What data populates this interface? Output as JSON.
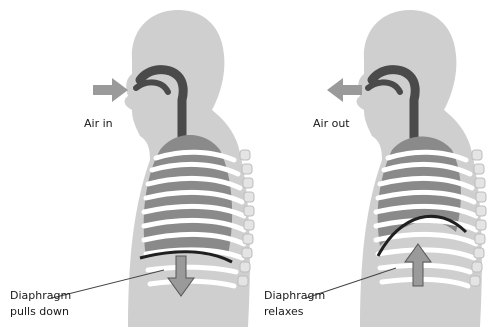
{
  "panels": [
    {
      "airflow_label": "Air in",
      "diaphragm_label_line1": "Diaphragm",
      "diaphragm_label_line2": "pulls down"
    },
    {
      "airflow_label": "Air out",
      "diaphragm_label_line1": "Diaphragm",
      "diaphragm_label_line2": "relaxes"
    }
  ],
  "colors": {
    "body": "#cfcfcf",
    "airway": "#4a4a4a",
    "lungs": "#8a8a8a",
    "ribs": "#ffffff",
    "arrow": "#9a9a9a",
    "diaphragm": "#1f1f1f"
  }
}
